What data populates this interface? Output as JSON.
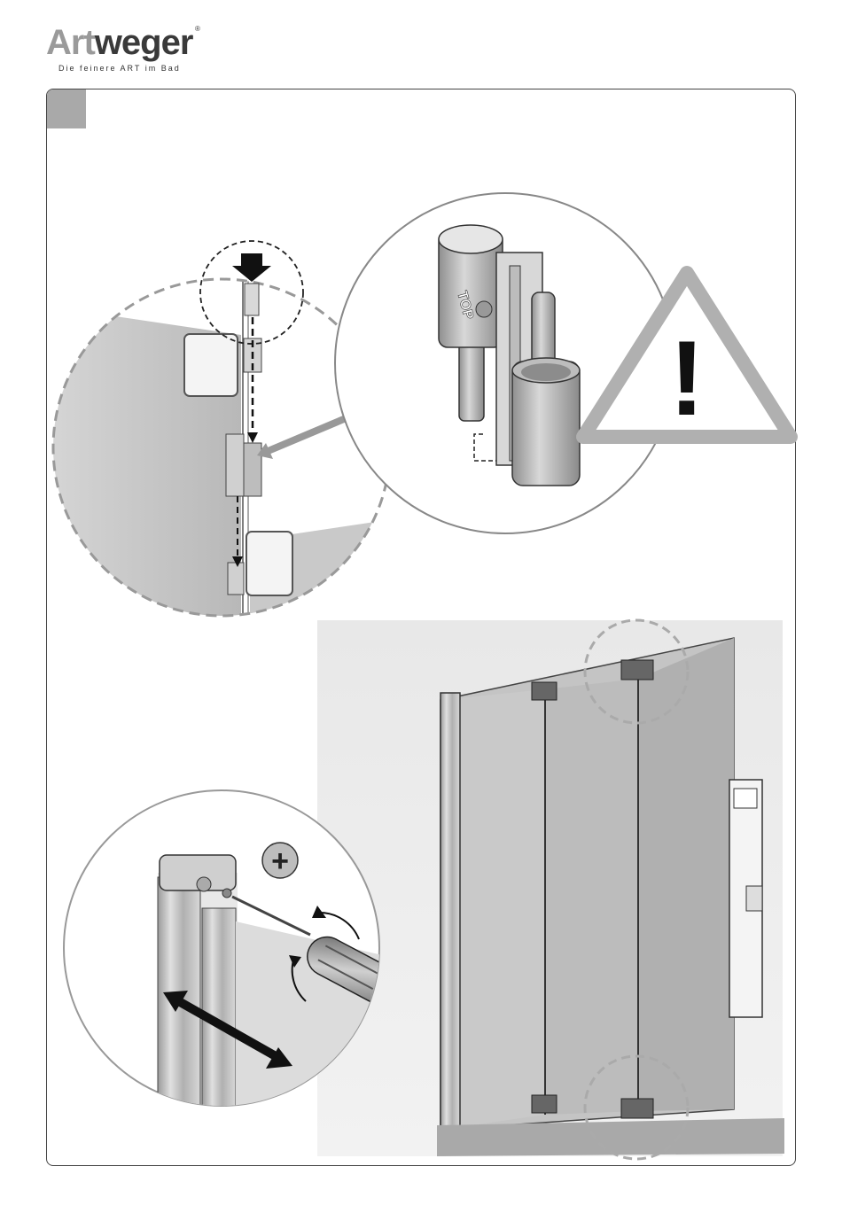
{
  "logo": {
    "brand_part1": "Art",
    "brand_part2": "weger",
    "registered": "®",
    "tagline": "Die feinere ART im Bad"
  },
  "labels": {
    "top_marker": "TOP",
    "warning_symbol": "!",
    "plus_symbol": "+"
  },
  "colors": {
    "frame": "#444444",
    "badge": "#a9a9a9",
    "glass": "#c8c8c8",
    "dashed": "#888888"
  },
  "icons": [
    "warning-triangle-icon",
    "phillips-screw-icon",
    "arrow-down-icon",
    "rotate-arrow-icon",
    "double-arrow-icon"
  ]
}
